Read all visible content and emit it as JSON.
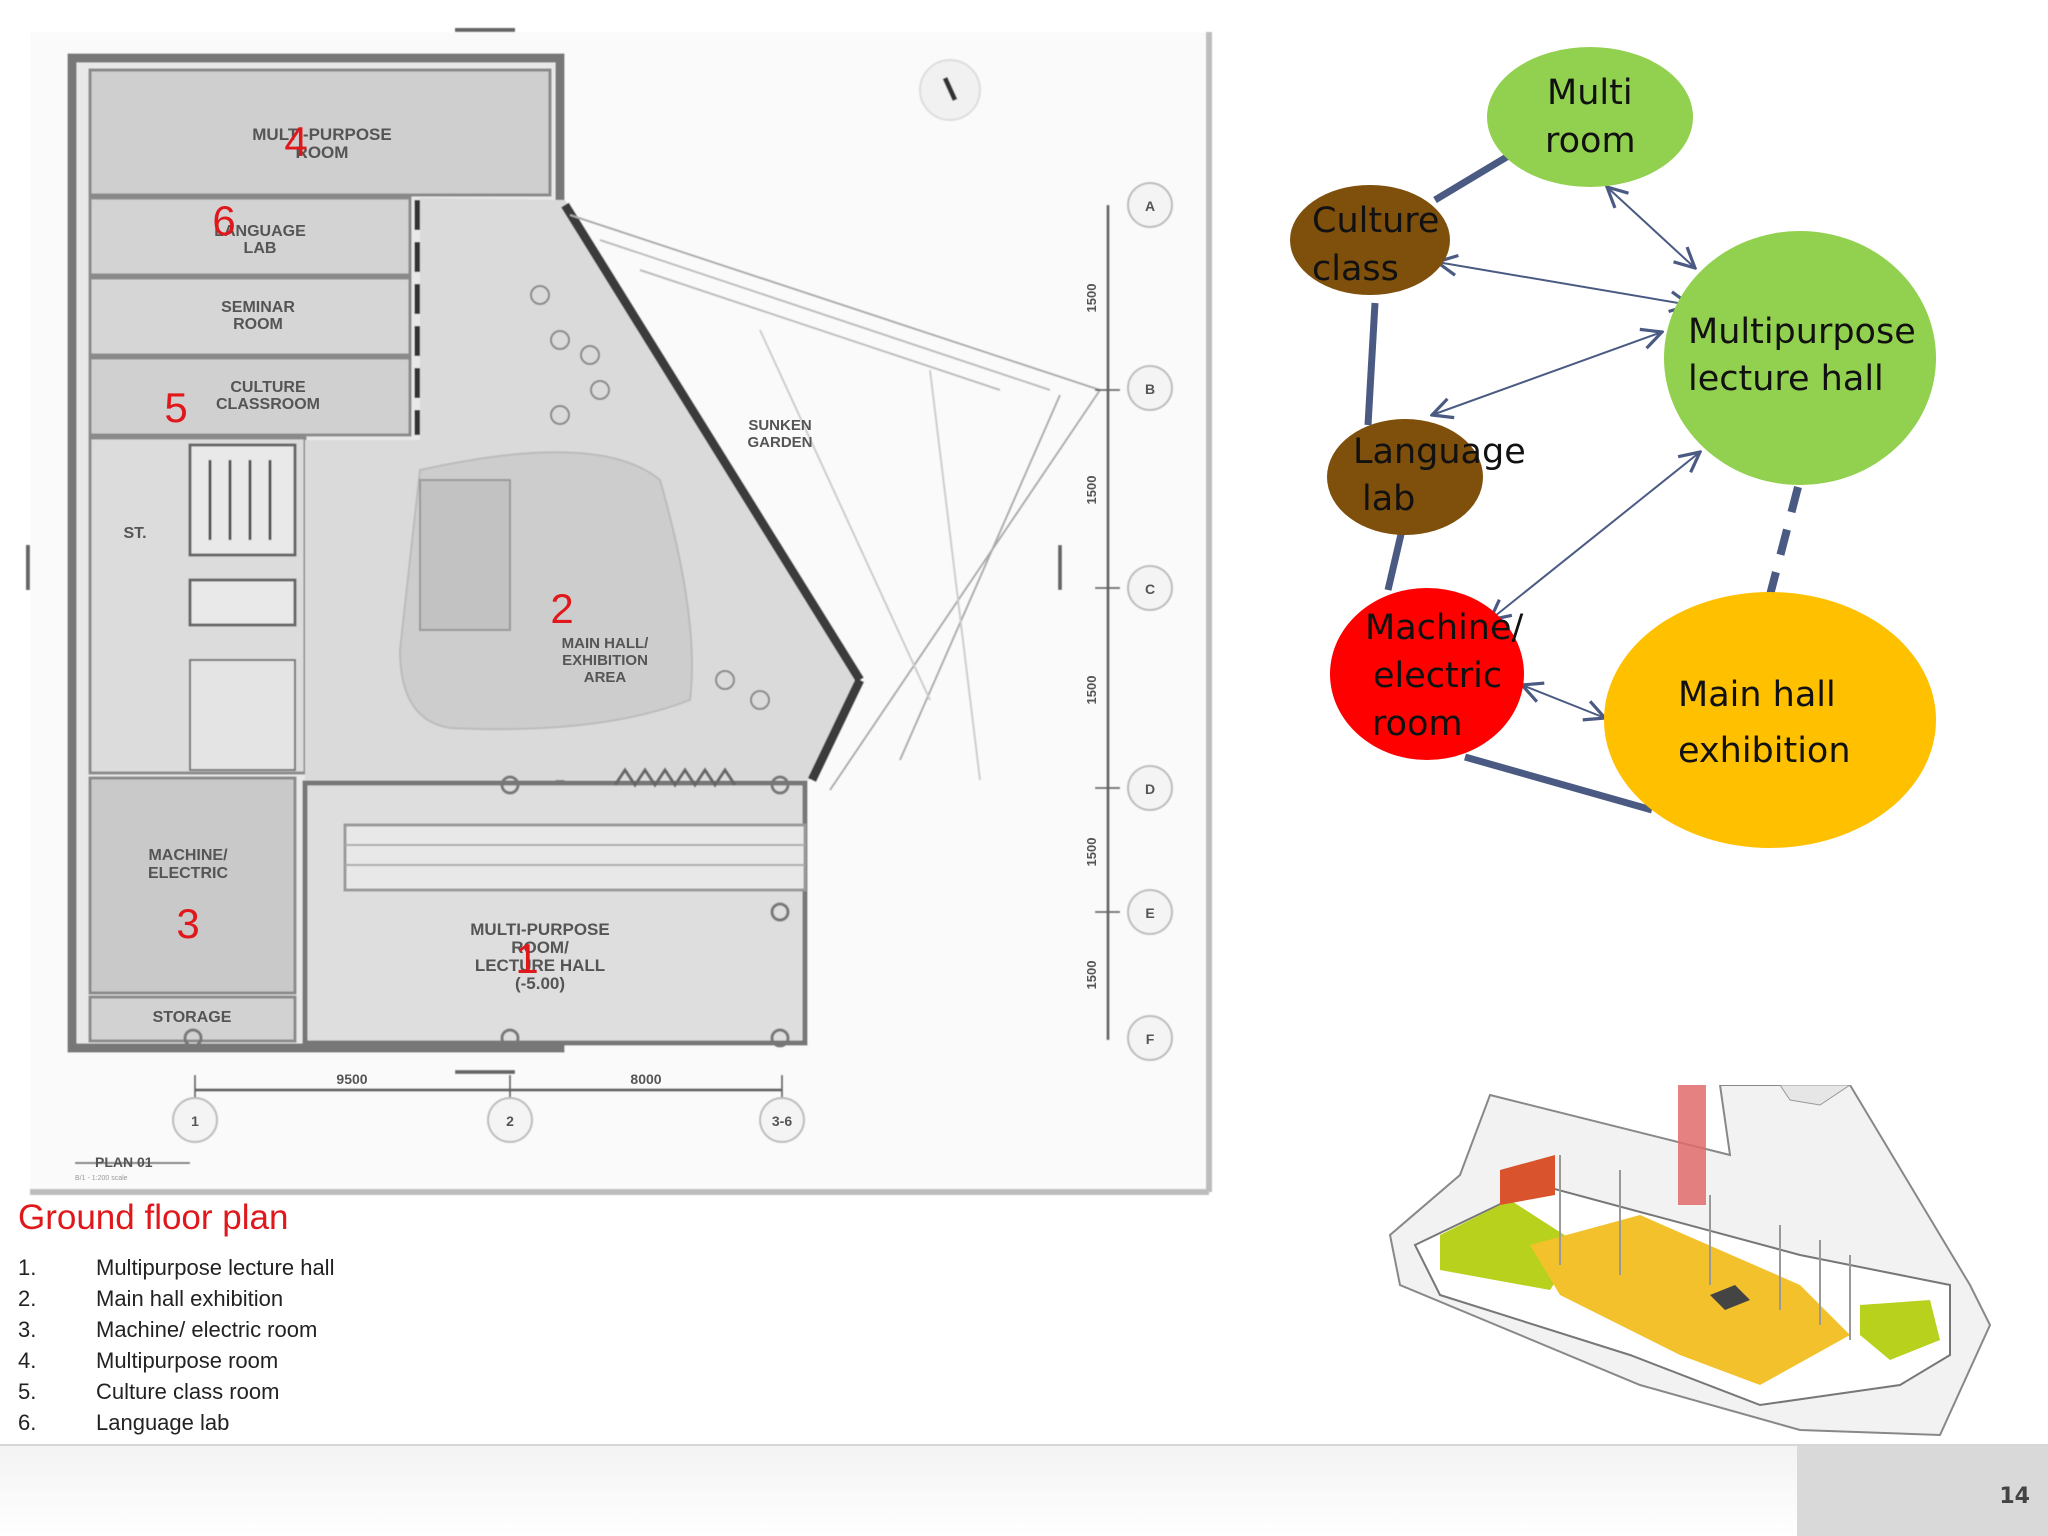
{
  "plan": {
    "rooms": {
      "multipurpose_room": [
        "MULTI-PURPOSE",
        "ROOM"
      ],
      "language_lab": [
        "LANGUAGE",
        "LAB"
      ],
      "seminar_room": [
        "SEMINAR",
        "ROOM"
      ],
      "culture_classroom": [
        "CULTURE",
        "CLASSROOM"
      ],
      "store": [
        "ST."
      ],
      "main_hall": [
        "MAIN HALL/",
        "EXHIBITION",
        "AREA"
      ],
      "sunken_garden": [
        "SUNKEN",
        "GARDEN"
      ],
      "machine_electric": [
        "MACHINE/",
        "ELECTRIC"
      ],
      "lecture_hall": [
        "MULTI-PURPOSE",
        "ROOM/",
        "LECTURE HALL",
        "(-5.00)"
      ],
      "storage": [
        "STORAGE"
      ]
    },
    "markers": [
      "1",
      "2",
      "3",
      "4",
      "5",
      "6"
    ],
    "grid_rows": [
      "A",
      "B",
      "C",
      "D",
      "E",
      "F"
    ],
    "grid_cols": [
      "1",
      "2",
      "3-6"
    ],
    "dimensions_bottom": [
      "9500",
      "8000"
    ],
    "dimensions_side": [
      "1500",
      "1500",
      "1500",
      "1500",
      "1500"
    ],
    "caption": "PLAN 01",
    "scale_note": "B/1 - 1:200 scale"
  },
  "title": "Ground floor plan",
  "legend": [
    {
      "num": "1.",
      "label": "Multipurpose lecture hall"
    },
    {
      "num": "2.",
      "label": "Main hall exhibition"
    },
    {
      "num": "3.",
      "label": "Machine/ electric room"
    },
    {
      "num": "4.",
      "label": "Multipurpose room"
    },
    {
      "num": "5.",
      "label": "Culture class room"
    },
    {
      "num": "6.",
      "label": "Language lab"
    }
  ],
  "bubbles": {
    "nodes": {
      "multi_room": {
        "lines": [
          "Multi",
          "room"
        ],
        "color": "#92d050"
      },
      "culture_class": {
        "lines": [
          "Culture",
          "class"
        ],
        "color": "#7f4f0c"
      },
      "lecture_hall": {
        "lines": [
          "Multipurpose",
          "lecture hall"
        ],
        "color": "#92d050"
      },
      "language_lab": {
        "lines": [
          "Language",
          "lab"
        ],
        "color": "#7f4f0c"
      },
      "machine_room": {
        "lines": [
          "Machine/",
          "electric",
          "room"
        ],
        "color": "#ff0000"
      },
      "main_hall": {
        "lines": [
          "Main hall",
          "exhibition"
        ],
        "color": "#ffc000"
      }
    }
  },
  "colors": {
    "accent_red": "#e0181b",
    "connector": "#4a5a82"
  },
  "page_number": "14"
}
